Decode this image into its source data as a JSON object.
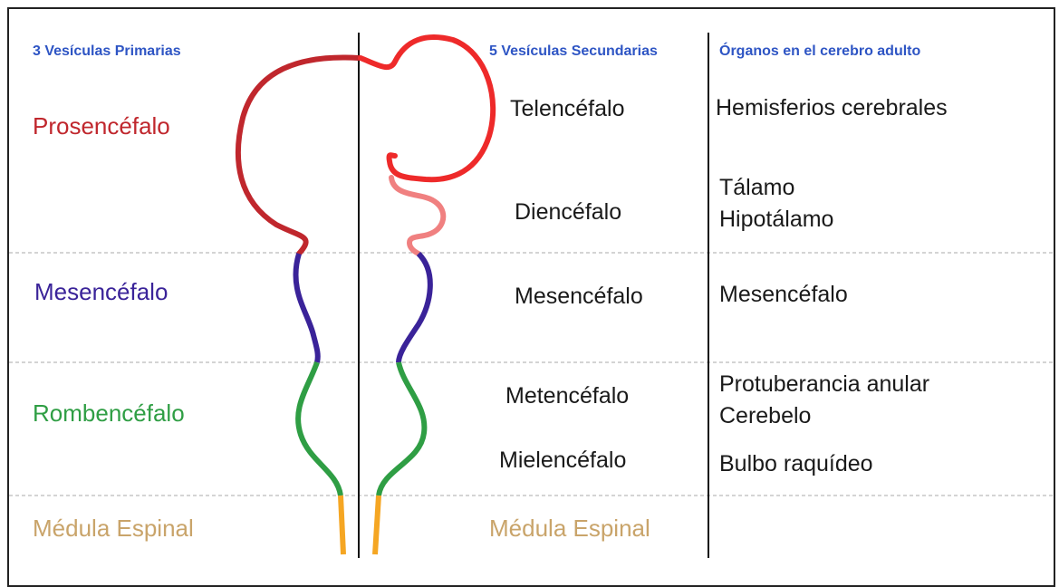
{
  "headers": {
    "primary": "3 Vesículas Primarias",
    "secondary": "5 Vesículas Secundarias",
    "organs": "Órganos en el cerebro adulto"
  },
  "primary_vesicles": {
    "prosencefalo": "Prosencéfalo",
    "mesencefalo": "Mesencéfalo",
    "rombencefalo": "Rombencéfalo",
    "medula": "Médula Espinal"
  },
  "secondary_vesicles": {
    "telencefalo": "Telencéfalo",
    "diencefalo": "Diencéfalo",
    "mesencefalo": "Mesencéfalo",
    "metencefalo": "Metencéfalo",
    "mielencefalo": "Mielencéfalo",
    "medula": "Médula Espinal"
  },
  "organs": {
    "hemisferios": "Hemisferios cerebrales",
    "talamo": "Tálamo",
    "hipotalamo": "Hipotálamo",
    "mesencefalo": "Mesencéfalo",
    "protuberancia": "Protuberancia anular",
    "cerebelo": "Cerebelo",
    "bulbo": "Bulbo raquídeo"
  },
  "colors": {
    "header_blue": "#2e55c4",
    "prosencefalo": "#c0272d",
    "telencefalo": "#ee2a2a",
    "diencefalo": "#f08080",
    "mesencefalo": "#3a2399",
    "rombencefalo": "#2f9e44",
    "medula": "#c9a46a",
    "medula_tube": "#f5a623"
  }
}
